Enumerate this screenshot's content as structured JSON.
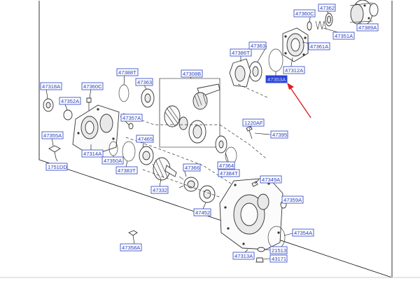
{
  "diagram": {
    "highlight_color": "#2b44d6",
    "label_color": "#2b3fb8",
    "arrow_color": "#e02020",
    "labels": {
      "l47360C_top": "47360C",
      "l47362": "47362",
      "l47389A": "47389A",
      "l47351A": "47351A",
      "l47361A": "47361A",
      "l47363_top": "47363",
      "l47386T": "47386T",
      "l47312A": "47312A",
      "l47353A": "47353A",
      "l47388T": "47388T",
      "l47308B": "47308B",
      "l47318A": "47318A",
      "l47360C_left": "47360C",
      "l47363_mid": "47363",
      "l47352A": "47352A",
      "l47357A": "47357A",
      "l1220AF": "1220AF",
      "l47395": "47395",
      "l47355A": "47355A",
      "l47465": "47465",
      "l47314A": "47314A",
      "l47350A": "47350A",
      "l47383T": "47383T",
      "l1751DD": "1751DD",
      "l47366": "47366",
      "l47364": "47364",
      "l47384T": "47384T",
      "l47349A": "47349A",
      "l47332": "47332",
      "l47359A": "47359A",
      "l47452": "47452",
      "l47354A": "47354A",
      "l47358A": "47358A",
      "l21513": "21513",
      "l47313A": "47313A",
      "l43171": "43171"
    }
  }
}
